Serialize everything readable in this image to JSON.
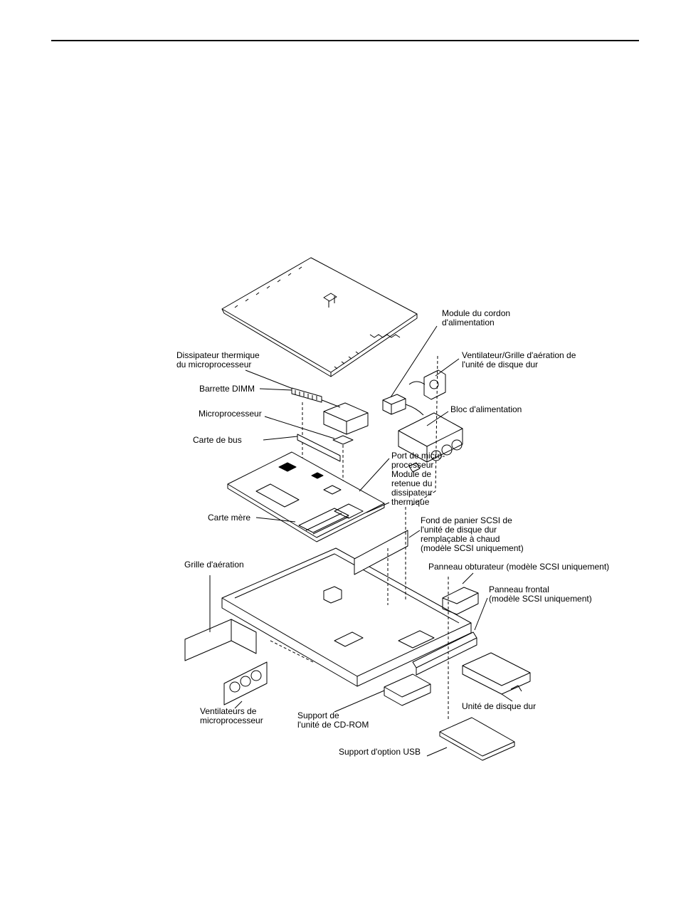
{
  "labels": {
    "power_cord_module": [
      "Module du cordon",
      "d'alimentation"
    ],
    "fan_duct_hdd": [
      "Ventilateur/Grille d'aération de",
      "l'unité de disque dur"
    ],
    "heatsink": [
      "Dissipateur thermique",
      "du microprocesseur"
    ],
    "dimm": [
      "Barrette DIMM"
    ],
    "power_supply": [
      "Bloc d'alimentation"
    ],
    "microprocessor": [
      "Microprocesseur"
    ],
    "riser_card": [
      "Carte de bus"
    ],
    "microprocessor_socket": [
      "Port de micro-",
      "processeur"
    ],
    "heatsink_retention": [
      "Module de",
      "retenue du",
      "dissipateur",
      "thermique"
    ],
    "system_board": [
      "Carte mère"
    ],
    "scsi_backplane": [
      "Fond de panier SCSI de",
      "l'unité de disque dur",
      "remplaçable à chaud",
      "(modèle SCSI uniquement)"
    ],
    "air_baffle": [
      "Grille d'aération"
    ],
    "filler_panel": [
      "Panneau obturateur (modèle SCSI uniquement)"
    ],
    "front_bezel": [
      "Panneau frontal",
      "(modèle SCSI uniquement)"
    ],
    "microprocessor_fans": [
      "Ventilateurs de",
      "microprocesseur"
    ],
    "hard_disk_drive": [
      "Unité de disque dur"
    ],
    "cdrom_tray": [
      "Support de",
      "l'unité de CD-ROM"
    ],
    "usb_tray": [
      "Support d'option USB"
    ]
  }
}
